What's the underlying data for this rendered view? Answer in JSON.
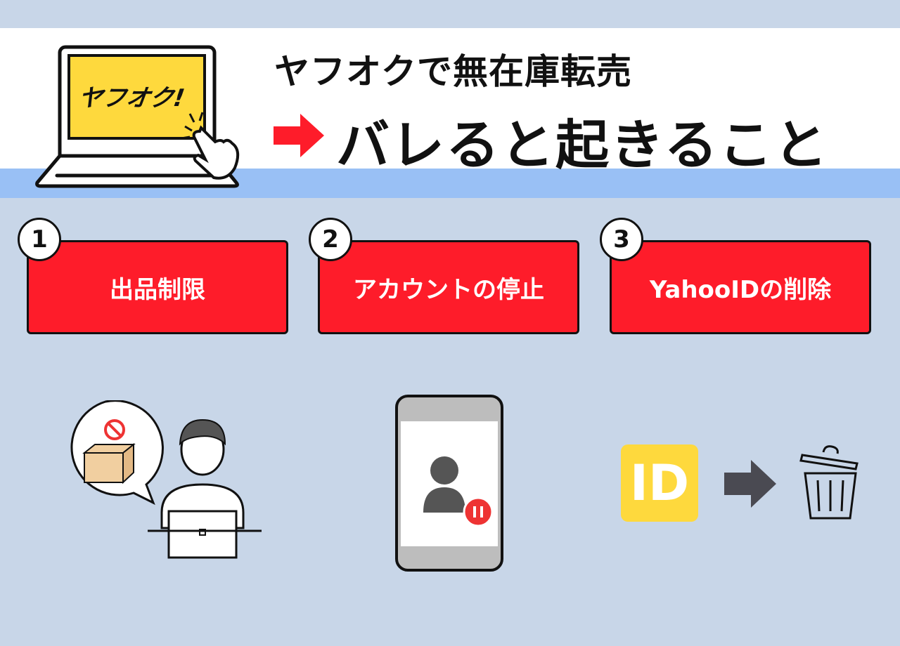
{
  "header": {
    "title_line1": "ヤフオクで無在庫転売",
    "title_line2": "バレると起きること",
    "logo_text": "ヤフオク!"
  },
  "items": [
    {
      "number": "1",
      "label": "出品制限"
    },
    {
      "number": "2",
      "label": "アカウントの停止"
    },
    {
      "number": "3",
      "label": "YahooIDの削除"
    }
  ],
  "id_badge_text": "ID",
  "colors": {
    "background": "#c8d6e8",
    "accent_red": "#fe1c2a",
    "strip_blue": "#99c0f5",
    "yellow": "#fed93d"
  }
}
